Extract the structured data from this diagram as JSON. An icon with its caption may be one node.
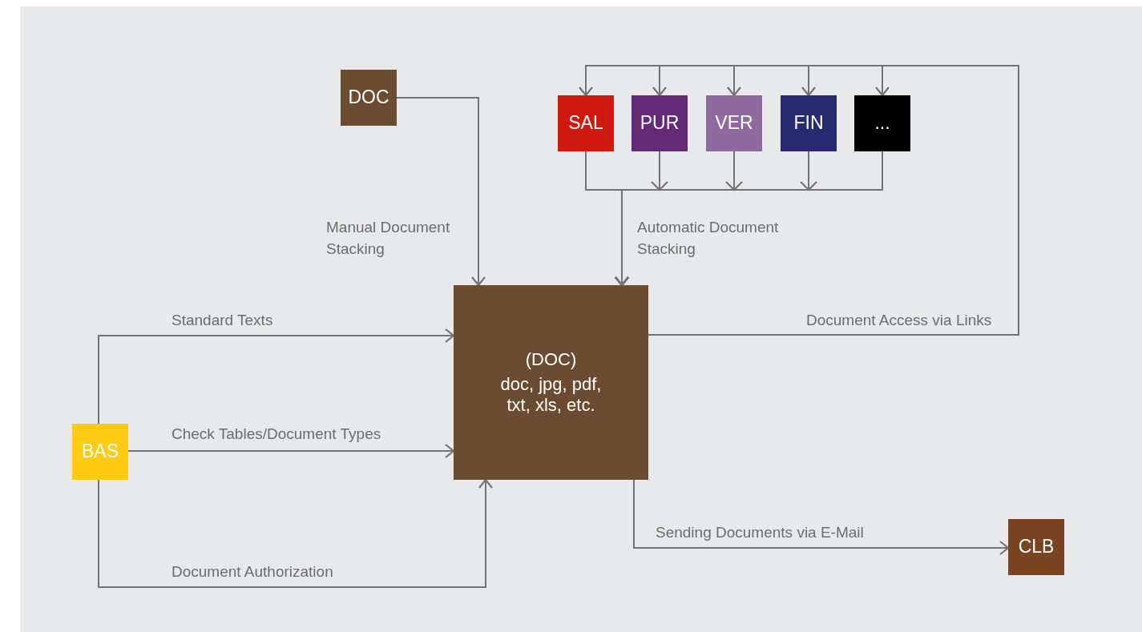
{
  "diagram": {
    "nodes": [
      {
        "text": [
          "DOC"
        ]
      },
      {
        "text": [
          "SAL"
        ]
      },
      {
        "text": [
          "PUR"
        ]
      },
      {
        "text": [
          "VER"
        ]
      },
      {
        "text": [
          "FIN"
        ]
      },
      {
        "text": [
          "..."
        ]
      },
      {
        "text": [
          "(DOC)",
          "doc, jpg, pdf, txt, xls, etc."
        ]
      },
      {
        "text": [
          "BAS"
        ]
      },
      {
        "text": [
          "CLB"
        ]
      }
    ],
    "edges": [
      {
        "from": 0,
        "to": 6,
        "arrow": "to",
        "label": "Manual Document Stacking"
      },
      {
        "from": 6,
        "to": 1,
        "arrow": "to",
        "label": "Document Access via Links"
      },
      {
        "from": 6,
        "to": 2,
        "arrow": "to"
      },
      {
        "from": 6,
        "to": 3,
        "arrow": "to"
      },
      {
        "from": 6,
        "to": 4,
        "arrow": "to"
      },
      {
        "from": 6,
        "to": 5,
        "arrow": "to"
      },
      {
        "from": 1,
        "to": 6,
        "arrow": "to",
        "label": "Automatic Document Stacking"
      },
      {
        "from": 2,
        "to": 6,
        "arrow": "to"
      },
      {
        "from": 3,
        "to": 6,
        "arrow": "to"
      },
      {
        "from": 4,
        "to": 6,
        "arrow": "to"
      },
      {
        "from": 5,
        "to": 6,
        "arrow": "to"
      },
      {
        "from": 7,
        "to": 6,
        "arrow": "to",
        "label": "Standard Texts"
      },
      {
        "from": 7,
        "to": 6,
        "arrow": "to",
        "label": "Check Tables/Document Types"
      },
      {
        "from": 7,
        "to": 6,
        "arrow": "to",
        "label": "Document Authorization"
      },
      {
        "from": 6,
        "to": 8,
        "arrow": "to",
        "label": "Sending Documents via E-Mail"
      }
    ]
  }
}
